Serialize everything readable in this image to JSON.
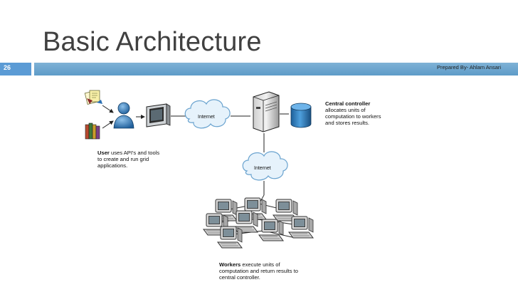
{
  "slide": {
    "title": "Basic Architecture",
    "number": "26",
    "prepared_by": "Prepared By- Ahlam Ansari"
  },
  "diagram": {
    "user_caption": {
      "bold": "User",
      "line1_rest": " uses API's and tools",
      "line2": "to create and run grid",
      "line3": "applications."
    },
    "internet_top_label": "Internet",
    "internet_bottom_label": "Internet",
    "controller_caption": {
      "bold": "Central controller",
      "line2": "allocates units of",
      "line3": "computation to workers",
      "line4": "and stores results."
    },
    "workers_caption": {
      "bold": "Workers",
      "line1_rest": " execute units of",
      "line2": "computation and return results to",
      "line3": "central controller."
    },
    "colors": {
      "accent_bar": "#5b9bd5",
      "cloud_fill": "#e6f2fb",
      "cloud_stroke": "#6aa3cf",
      "database": "#2f7fc1"
    },
    "icons": [
      "documents-icon",
      "books-icon",
      "user-icon",
      "monitor-icon",
      "cloud-icon",
      "server-icon",
      "database-icon",
      "workstation-icon"
    ]
  }
}
